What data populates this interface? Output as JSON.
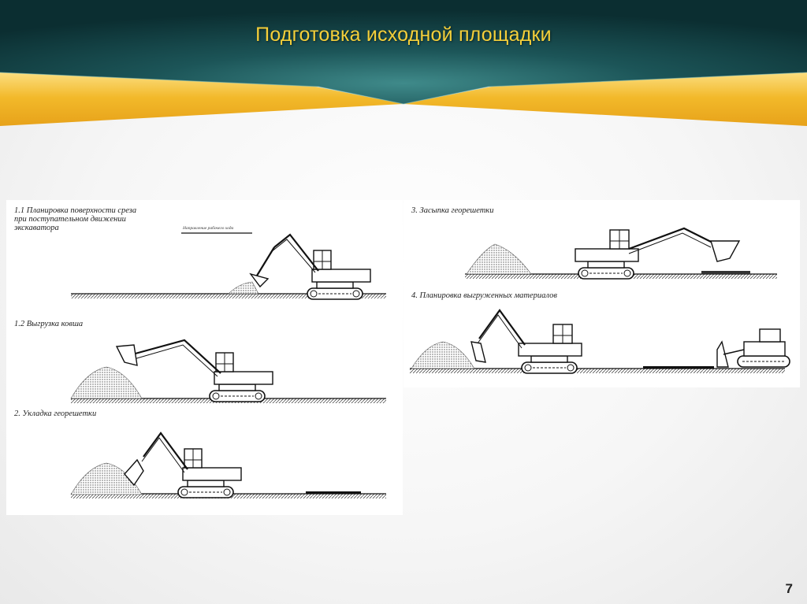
{
  "slide": {
    "title": "Подготовка исходной площадки",
    "page_number": "7",
    "colors": {
      "header_dark": "#0f3a3d",
      "header_light": "#2e7476",
      "gold": "#f2c12e",
      "title": "#f4cf3a"
    }
  },
  "left_panel": {
    "step_1_1": {
      "line1": "1.1 Планировка поверхности среза",
      "line2": "при поступательном движении",
      "line3": "экскаватора",
      "note": "Направление рабочего хода"
    },
    "step_1_2": {
      "label": "1.2 Выгрузка ковша"
    },
    "step_2": {
      "label": "2. Укладка георешетки"
    }
  },
  "right_panel": {
    "step_3": {
      "label": "3. Засыпка георешетки"
    },
    "step_4": {
      "label": "4. Планировка выгруженных материалов"
    }
  }
}
